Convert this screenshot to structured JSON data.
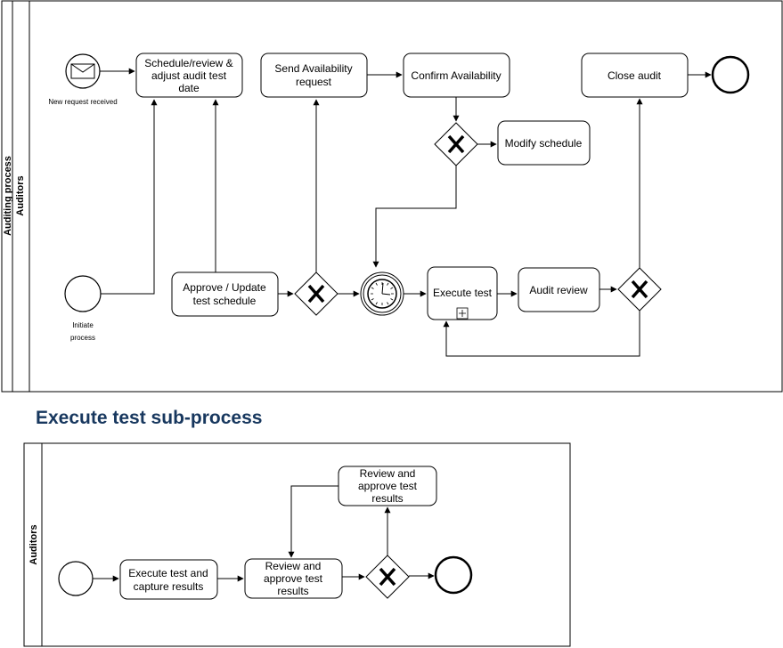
{
  "pool": {
    "title": "Auditing process",
    "lane": "Auditors"
  },
  "tasks": {
    "schedule": [
      "Schedule/review &",
      "adjust audit test",
      "date"
    ],
    "send": [
      "Send Availability",
      "request"
    ],
    "confirm": "Confirm Availability",
    "close": "Close audit",
    "modify": "Modify schedule",
    "approve": [
      "Approve / Update",
      "test schedule"
    ],
    "execute": "Execute test",
    "audit": "Audit review"
  },
  "events": {
    "message_label": "New request received",
    "initiate_label": [
      "Initiate",
      "process"
    ]
  },
  "subprocess": {
    "title": "Execute test sub-process",
    "lane": "Auditors",
    "capture": [
      "Execute test and",
      "capture results"
    ],
    "review_top": [
      "Review and",
      "approve test",
      "results"
    ],
    "review_mid": [
      "Review and",
      "approve test",
      "results"
    ]
  }
}
